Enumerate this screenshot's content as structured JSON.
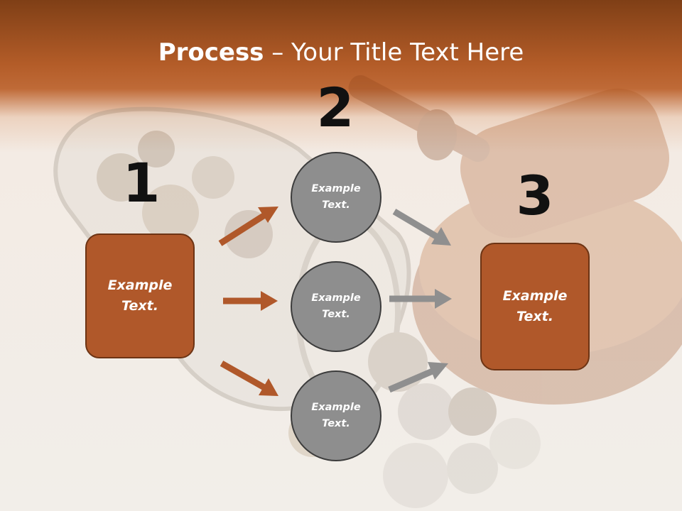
{
  "title": {
    "bold": "Process",
    "rest": " – Your Title Text Here"
  },
  "numbers": [
    "1",
    "2",
    "3"
  ],
  "left_box": {
    "line1": "Example",
    "line2": "Text."
  },
  "circles": [
    {
      "line1": "Example",
      "line2": "Text."
    },
    {
      "line1": "Example",
      "line2": "Text."
    },
    {
      "line1": "Example",
      "line2": "Text."
    }
  ],
  "right_box": {
    "line1": "Example",
    "line2": "Text."
  },
  "colors": {
    "accent": "#b0582a",
    "circle": "#8e8e8e",
    "arrow_orange": "#b0582a",
    "arrow_gray": "#8f8f8f"
  }
}
